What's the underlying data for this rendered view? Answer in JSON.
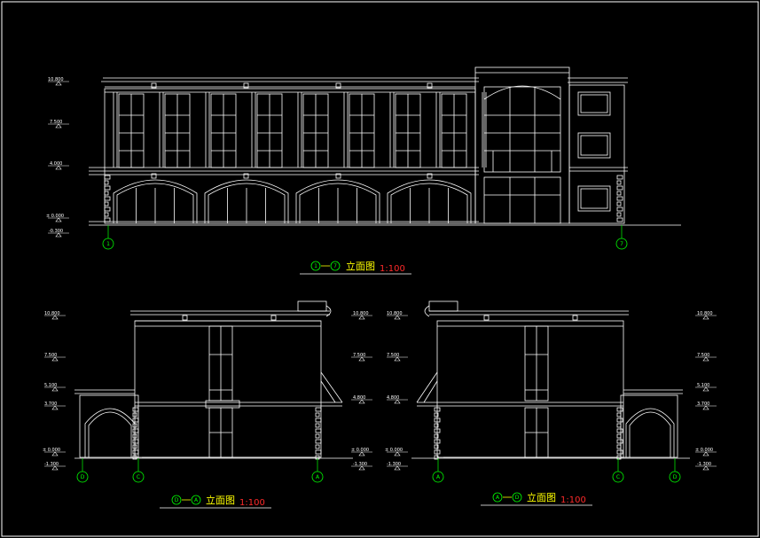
{
  "drawing": {
    "colors": {
      "background": "#000000",
      "lines": "#ffffff",
      "axis": "#00ff00",
      "title": "#ffff00",
      "scale": "#ff2a2a"
    },
    "front_elevation": {
      "title": "立面图",
      "scale": "1:100",
      "axis_start": "1",
      "axis_end": "7",
      "levels": [
        "10.800",
        "7.500",
        "4.000",
        "± 0.000",
        "-0.300"
      ]
    },
    "side_elevation_left": {
      "title": "立面图",
      "scale": "1:100",
      "axis_start": "D",
      "axis_end": "A",
      "axes": [
        "D",
        "C",
        "A"
      ],
      "levels_left": [
        "10.800",
        "7.500",
        "5.100",
        "3.700",
        "± 0.000",
        "-1.300"
      ],
      "levels_right": [
        "10.800",
        "7.500",
        "4.800",
        "± 0.000",
        "-1.300"
      ]
    },
    "side_elevation_right": {
      "title": "立面图",
      "scale": "1:100",
      "axis_start": "A",
      "axis_end": "D",
      "axes": [
        "A",
        "C",
        "D"
      ],
      "levels_left": [
        "10.800",
        "7.500",
        "4.800",
        "± 0.000",
        "-1.300"
      ],
      "levels_right": [
        "10.800",
        "7.500",
        "5.100",
        "3.700",
        "± 0.000",
        "-1.300"
      ]
    }
  }
}
